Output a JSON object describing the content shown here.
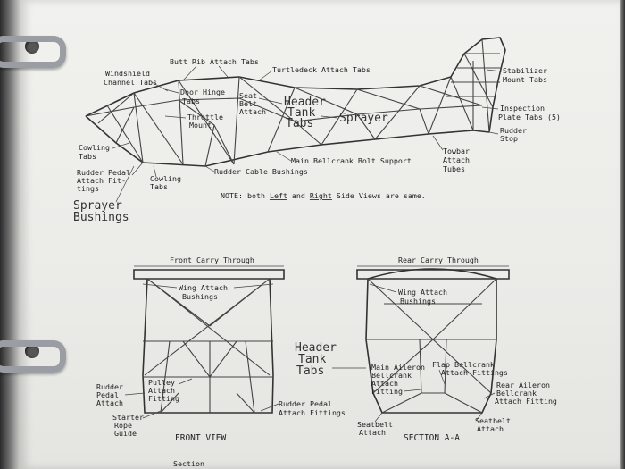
{
  "side_view": {
    "labels": {
      "butt_rib": "Butt Rib Attach Tabs",
      "turtledeck": "Turtledeck Attach Tabs",
      "windshield_1": "Windshield",
      "windshield_2": "Channel Tabs",
      "door_hinge_1": "Door Hinge",
      "door_hinge_2": "Tabs",
      "seat_1": "Seat",
      "seat_2": "Belt",
      "seat_3": "Attach",
      "throttle_1": "Throttle",
      "throttle_2": "Mount",
      "cowling_top_1": "Cowling",
      "cowling_top_2": "Tabs",
      "rudder_pedal_1": "Rudder Pedal",
      "rudder_pedal_2": "Attach Fit-",
      "rudder_pedal_3": "tings",
      "cowling_bot_1": "Cowling",
      "cowling_bot_2": "Tabs",
      "rudder_cable": "Rudder Cable Bushings",
      "main_bellcrank": "Main Bellcrank Bolt Support",
      "towbar_1": "Towbar",
      "towbar_2": "Attach",
      "towbar_3": "Tubes",
      "stab_1": "Stabilizer",
      "stab_2": "Mount Tabs",
      "inspection_1": "Inspection",
      "inspection_2": "Plate Tabs (5)",
      "rudder_stop_1": "Rudder",
      "rudder_stop_2": "Stop"
    },
    "handwritten": {
      "header_1": "Header",
      "header_2": "Tank",
      "header_3": "Tabs",
      "sprayer": "Sprayer",
      "sprayer_bush_1": "Sprayer",
      "sprayer_bush_2": "Bushings"
    },
    "note": {
      "prefix": "NOTE: both ",
      "left": "Left",
      "and": " and ",
      "right": "Right",
      "suffix": " Side Views are same."
    }
  },
  "front_view": {
    "carry": "Front Carry Through",
    "wing_1": "Wing Attach",
    "wing_2": "Bushings",
    "rudder_1": "Rudder",
    "rudder_2": "Pedal",
    "rudder_3": "Attach",
    "pulley_1": "Pulley",
    "pulley_2": "Attach",
    "pulley_3": "Fitting",
    "starter_1": "Starter",
    "starter_2": "Rope",
    "starter_3": "Guide",
    "rudder_fit_1": "Rudder Pedal",
    "rudder_fit_2": "Attach Fittings",
    "caption": "FRONT VIEW"
  },
  "section_aa": {
    "carry": "Rear Carry Through",
    "wing_1": "Wing Attach",
    "wing_2": "Bushings",
    "header_1": "Header",
    "header_2": "Tank",
    "header_3": "Tabs",
    "main_aileron_1": "Main Aileron",
    "main_aileron_2": "Bellcrank",
    "main_aileron_3": "Attach",
    "main_aileron_4": "Fitting",
    "flap_1": "Flap Bellcrank",
    "flap_2": "Attach Fittings",
    "rear_aileron_1": "Rear Aileron",
    "rear_aileron_2": "Bellcrank",
    "rear_aileron_3": "Attach Fitting",
    "seatbelt_l_1": "Seatbelt",
    "seatbelt_l_2": "Attach",
    "seatbelt_r_1": "Seatbelt",
    "seatbelt_r_2": "Attach",
    "caption": "SECTION A-A"
  },
  "footer": {
    "section": "Section"
  }
}
